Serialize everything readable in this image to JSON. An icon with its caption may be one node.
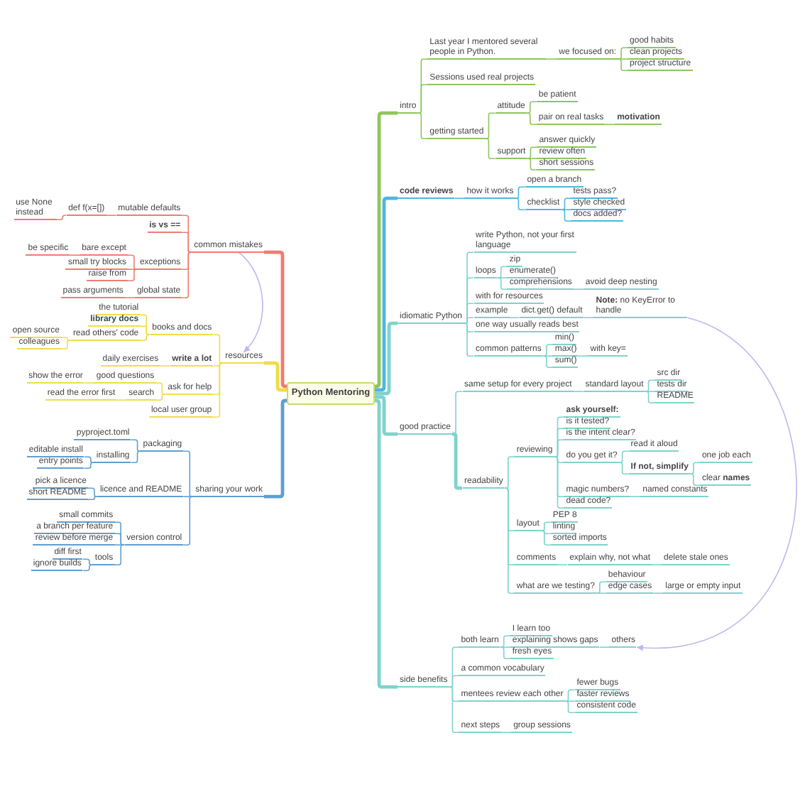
{
  "diagram": {
    "nodes": [
      {
        "text": [
          "Python Mentoring"
        ]
      },
      {
        "text": [
          "intro"
        ]
      },
      {
        "text": [
          "Last year I mentored several people in Python."
        ]
      },
      {
        "text": [
          "we focused on:"
        ]
      },
      {
        "text": [
          "good habits"
        ]
      },
      {
        "text": [
          "clean projects"
        ]
      },
      {
        "text": [
          "project structure"
        ]
      },
      {
        "text": [
          "Sessions used real projects"
        ]
      },
      {
        "text": [
          "getting started"
        ]
      },
      {
        "text": [
          "attitude"
        ]
      },
      {
        "text": [
          "be patient"
        ]
      },
      {
        "text": [
          "pair on real tasks"
        ]
      },
      {
        "text": [
          "motivation"
        ]
      },
      {
        "text": [
          "support"
        ]
      },
      {
        "text": [
          "answer quickly"
        ]
      },
      {
        "text": [
          "review often"
        ]
      },
      {
        "text": [
          "short sessions"
        ]
      },
      {
        "text": [
          "code reviews"
        ]
      },
      {
        "text": [
          "how it works"
        ]
      },
      {
        "text": [
          "open a branch"
        ]
      },
      {
        "text": [
          "checklist"
        ]
      },
      {
        "text": [
          "tests pass?"
        ]
      },
      {
        "text": [
          "style checked"
        ]
      },
      {
        "text": [
          "docs added?"
        ]
      },
      {
        "text": [
          "idiomatic Python"
        ]
      },
      {
        "text": [
          "write Python, not your first language"
        ]
      },
      {
        "text": [
          "loops"
        ]
      },
      {
        "text": [
          "zip"
        ]
      },
      {
        "text": [
          "enumerate()"
        ]
      },
      {
        "text": [
          "comprehensions"
        ]
      },
      {
        "text": [
          "avoid deep nesting"
        ]
      },
      {
        "text": [
          "with for resources"
        ]
      },
      {
        "text": [
          "example"
        ]
      },
      {
        "text": [
          "dict.get() default"
        ]
      },
      {
        "text": [
          "**Note:** no KeyError to handle"
        ]
      },
      {
        "text": [
          "one way usually reads best"
        ]
      },
      {
        "text": [
          "common patterns"
        ]
      },
      {
        "text": [
          "min()"
        ]
      },
      {
        "text": [
          "max()"
        ]
      },
      {
        "text": [
          "sum()"
        ]
      },
      {
        "text": [
          "with key="
        ]
      },
      {
        "text": [
          "good practice"
        ]
      },
      {
        "text": [
          "same setup for every project"
        ]
      },
      {
        "text": [
          "standard layout"
        ]
      },
      {
        "text": [
          "src dir"
        ]
      },
      {
        "text": [
          "tests dir"
        ]
      },
      {
        "text": [
          "README"
        ]
      },
      {
        "text": [
          "readability"
        ]
      },
      {
        "text": [
          "reviewing"
        ]
      },
      {
        "text": [
          "ask yourself:"
        ]
      },
      {
        "text": [
          "is it tested?"
        ]
      },
      {
        "text": [
          "is the intent clear?"
        ]
      },
      {
        "text": [
          "do you get it?"
        ]
      },
      {
        "text": [
          "read it aloud"
        ]
      },
      {
        "text": [
          "If not, simplify"
        ]
      },
      {
        "text": [
          "one job each"
        ]
      },
      {
        "text": [
          "clear **names**"
        ]
      },
      {
        "text": [
          "magic numbers?"
        ]
      },
      {
        "text": [
          "named constants"
        ]
      },
      {
        "text": [
          "dead code?"
        ]
      },
      {
        "text": [
          "layout"
        ]
      },
      {
        "text": [
          "PEP 8"
        ]
      },
      {
        "text": [
          "linting"
        ]
      },
      {
        "text": [
          "sorted imports"
        ]
      },
      {
        "text": [
          "comments"
        ]
      },
      {
        "text": [
          "explain why, not what"
        ]
      },
      {
        "text": [
          "delete stale ones"
        ]
      },
      {
        "text": [
          "what are we testing?"
        ]
      },
      {
        "text": [
          "behaviour"
        ]
      },
      {
        "text": [
          "edge cases"
        ]
      },
      {
        "text": [
          "large or empty input"
        ]
      },
      {
        "text": [
          "side benefits"
        ]
      },
      {
        "text": [
          "both learn"
        ]
      },
      {
        "text": [
          "I learn too"
        ]
      },
      {
        "text": [
          "explaining shows gaps"
        ]
      },
      {
        "text": [
          "others"
        ]
      },
      {
        "text": [
          "fresh eyes"
        ]
      },
      {
        "text": [
          "a common vocabulary"
        ]
      },
      {
        "text": [
          "mentees review each other"
        ]
      },
      {
        "text": [
          "fewer bugs"
        ]
      },
      {
        "text": [
          "faster reviews"
        ]
      },
      {
        "text": [
          "consistent code"
        ]
      },
      {
        "text": [
          "next steps"
        ]
      },
      {
        "text": [
          "group sessions"
        ]
      },
      {
        "text": [
          "common mistakes"
        ]
      },
      {
        "text": [
          "mutable defaults"
        ]
      },
      {
        "text": [
          "def f(x=[])"
        ]
      },
      {
        "text": [
          "use None instead"
        ]
      },
      {
        "text": [
          "is vs =="
        ]
      },
      {
        "text": [
          "exceptions"
        ]
      },
      {
        "text": [
          "bare except"
        ]
      },
      {
        "text": [
          "be specific"
        ]
      },
      {
        "text": [
          "small try blocks"
        ]
      },
      {
        "text": [
          "raise from"
        ]
      },
      {
        "text": [
          "global state"
        ]
      },
      {
        "text": [
          "pass arguments"
        ]
      },
      {
        "text": [
          "resources"
        ]
      },
      {
        "text": [
          "books and docs"
        ]
      },
      {
        "text": [
          "the tutorial"
        ]
      },
      {
        "text": [
          "library docs"
        ]
      },
      {
        "text": [
          "read others' code"
        ]
      },
      {
        "text": [
          "open source"
        ]
      },
      {
        "text": [
          "colleagues"
        ]
      },
      {
        "text": [
          "write a lot"
        ]
      },
      {
        "text": [
          "daily exercises"
        ]
      },
      {
        "text": [
          "ask for help"
        ]
      },
      {
        "text": [
          "good questions"
        ]
      },
      {
        "text": [
          "show the error"
        ]
      },
      {
        "text": [
          "search"
        ]
      },
      {
        "text": [
          "read the error first"
        ]
      },
      {
        "text": [
          "local user group"
        ]
      },
      {
        "text": [
          "sharing your work"
        ]
      },
      {
        "text": [
          "packaging"
        ]
      },
      {
        "text": [
          "pyproject.toml"
        ]
      },
      {
        "text": [
          "installing"
        ]
      },
      {
        "text": [
          "editable install"
        ]
      },
      {
        "text": [
          "entry points"
        ]
      },
      {
        "text": [
          "licence and README"
        ]
      },
      {
        "text": [
          "pick a licence"
        ]
      },
      {
        "text": [
          "short README"
        ]
      },
      {
        "text": [
          "version control"
        ]
      },
      {
        "text": [
          "small commits"
        ]
      },
      {
        "text": [
          "a branch per feature"
        ]
      },
      {
        "text": [
          "review before merge"
        ]
      },
      {
        "text": [
          "tools"
        ]
      },
      {
        "text": [
          "diff first"
        ]
      },
      {
        "text": [
          "ignore builds"
        ]
      }
    ],
    "edges": [
      {
        "from": 0,
        "to": 1,
        "arrow": "none",
        "style": "thick",
        "color": "#8dc65b"
      },
      {
        "from": 1,
        "to": 2,
        "arrow": "none",
        "color": "#8dc65b"
      },
      {
        "from": 2,
        "to": 3,
        "arrow": "none",
        "color": "#8dc65b"
      },
      {
        "from": 3,
        "to": 4,
        "arrow": "none",
        "color": "#8dc65b"
      },
      {
        "from": 3,
        "to": 5,
        "arrow": "none",
        "color": "#8dc65b"
      },
      {
        "from": 3,
        "to": 6,
        "arrow": "none",
        "color": "#8dc65b"
      },
      {
        "from": 1,
        "to": 7,
        "arrow": "none",
        "color": "#8dc65b"
      },
      {
        "from": 1,
        "to": 8,
        "arrow": "none",
        "color": "#8dc65b"
      },
      {
        "from": 8,
        "to": 9,
        "arrow": "none",
        "color": "#8dc65b"
      },
      {
        "from": 9,
        "to": 10,
        "arrow": "none",
        "color": "#8dc65b"
      },
      {
        "from": 9,
        "to": 11,
        "arrow": "none",
        "color": "#8dc65b"
      },
      {
        "from": 11,
        "to": 12,
        "arrow": "none",
        "color": "#8dc65b"
      },
      {
        "from": 8,
        "to": 13,
        "arrow": "none",
        "color": "#8dc65b"
      },
      {
        "from": 13,
        "to": 14,
        "arrow": "none",
        "color": "#8dc65b"
      },
      {
        "from": 13,
        "to": 15,
        "arrow": "none",
        "color": "#8dc65b"
      },
      {
        "from": 13,
        "to": 16,
        "arrow": "none",
        "color": "#8dc65b"
      },
      {
        "from": 0,
        "to": 17,
        "arrow": "none",
        "style": "thick",
        "color": "#4fb5e3"
      },
      {
        "from": 17,
        "to": 18,
        "arrow": "none",
        "color": "#4fb5e3"
      },
      {
        "from": 18,
        "to": 19,
        "arrow": "none",
        "color": "#4fb5e3"
      },
      {
        "from": 18,
        "to": 20,
        "arrow": "none",
        "color": "#4fb5e3"
      },
      {
        "from": 20,
        "to": 21,
        "arrow": "none",
        "color": "#4fb5e3"
      },
      {
        "from": 20,
        "to": 22,
        "arrow": "none",
        "color": "#4fb5e3"
      },
      {
        "from": 20,
        "to": 23,
        "arrow": "none",
        "color": "#4fb5e3"
      },
      {
        "from": 0,
        "to": 24,
        "arrow": "none",
        "style": "thick"
      },
      {
        "from": 24,
        "to": 25,
        "arrow": "none"
      },
      {
        "from": 24,
        "to": 26,
        "arrow": "none"
      },
      {
        "from": 26,
        "to": 27,
        "arrow": "none"
      },
      {
        "from": 26,
        "to": 28,
        "arrow": "none"
      },
      {
        "from": 26,
        "to": 29,
        "arrow": "none"
      },
      {
        "from": 29,
        "to": 30,
        "arrow": "none"
      },
      {
        "from": 24,
        "to": 31,
        "arrow": "none"
      },
      {
        "from": 24,
        "to": 32,
        "arrow": "none"
      },
      {
        "from": 32,
        "to": 33,
        "arrow": "none"
      },
      {
        "from": 33,
        "to": 34,
        "arrow": "none"
      },
      {
        "from": 24,
        "to": 35,
        "arrow": "none"
      },
      {
        "from": 24,
        "to": 36,
        "arrow": "none"
      },
      {
        "from": 36,
        "to": 37,
        "arrow": "none"
      },
      {
        "from": 36,
        "to": 38,
        "arrow": "none"
      },
      {
        "from": 36,
        "to": 39,
        "arrow": "none"
      },
      {
        "from": 38,
        "to": 40,
        "arrow": "none"
      },
      {
        "from": 0,
        "to": 41,
        "arrow": "none",
        "style": "thick"
      },
      {
        "from": 41,
        "to": 42,
        "arrow": "none"
      },
      {
        "from": 42,
        "to": 43,
        "arrow": "none"
      },
      {
        "from": 43,
        "to": 44,
        "arrow": "none"
      },
      {
        "from": 43,
        "to": 45,
        "arrow": "none"
      },
      {
        "from": 43,
        "to": 46,
        "arrow": "none"
      },
      {
        "from": 41,
        "to": 47,
        "arrow": "none",
        "style": "thick"
      },
      {
        "from": 47,
        "to": 48,
        "arrow": "none"
      },
      {
        "from": 48,
        "to": 49,
        "arrow": "none"
      },
      {
        "from": 48,
        "to": 50,
        "arrow": "none"
      },
      {
        "from": 48,
        "to": 51,
        "arrow": "none"
      },
      {
        "from": 48,
        "to": 52,
        "arrow": "none"
      },
      {
        "from": 52,
        "to": 53,
        "arrow": "none"
      },
      {
        "from": 52,
        "to": 54,
        "arrow": "none"
      },
      {
        "from": 54,
        "to": 55,
        "arrow": "none"
      },
      {
        "from": 54,
        "to": 56,
        "arrow": "none"
      },
      {
        "from": 48,
        "to": 57,
        "arrow": "none"
      },
      {
        "from": 57,
        "to": 58,
        "arrow": "none"
      },
      {
        "from": 48,
        "to": 59,
        "arrow": "none"
      },
      {
        "from": 47,
        "to": 60,
        "arrow": "none"
      },
      {
        "from": 60,
        "to": 61,
        "arrow": "none"
      },
      {
        "from": 60,
        "to": 62,
        "arrow": "none"
      },
      {
        "from": 60,
        "to": 63,
        "arrow": "none"
      },
      {
        "from": 47,
        "to": 64,
        "arrow": "none"
      },
      {
        "from": 64,
        "to": 65,
        "arrow": "none"
      },
      {
        "from": 65,
        "to": 66,
        "arrow": "none"
      },
      {
        "from": 47,
        "to": 67,
        "arrow": "none"
      },
      {
        "from": 67,
        "to": 68,
        "arrow": "none"
      },
      {
        "from": 67,
        "to": 69,
        "arrow": "none"
      },
      {
        "from": 69,
        "to": 70,
        "arrow": "none"
      },
      {
        "from": 0,
        "to": 71,
        "arrow": "none",
        "style": "thick"
      },
      {
        "from": 71,
        "to": 72,
        "arrow": "none"
      },
      {
        "from": 72,
        "to": 73,
        "arrow": "none"
      },
      {
        "from": 72,
        "to": 74,
        "arrow": "none"
      },
      {
        "from": 74,
        "to": 75,
        "arrow": "none"
      },
      {
        "from": 72,
        "to": 76,
        "arrow": "none"
      },
      {
        "from": 71,
        "to": 77,
        "arrow": "none"
      },
      {
        "from": 71,
        "to": 78,
        "arrow": "none"
      },
      {
        "from": 78,
        "to": 79,
        "arrow": "none"
      },
      {
        "from": 78,
        "to": 80,
        "arrow": "none"
      },
      {
        "from": 78,
        "to": 81,
        "arrow": "none"
      },
      {
        "from": 71,
        "to": 82,
        "arrow": "none"
      },
      {
        "from": 82,
        "to": 83,
        "arrow": "none"
      },
      {
        "from": 0,
        "to": 84,
        "arrow": "none",
        "style": "thick",
        "color": "#f07b72"
      },
      {
        "from": 84,
        "to": 85,
        "arrow": "none",
        "color": "#f07b72"
      },
      {
        "from": 85,
        "to": 86,
        "arrow": "none",
        "color": "#f07b72"
      },
      {
        "from": 86,
        "to": 87,
        "arrow": "none",
        "color": "#f07b72"
      },
      {
        "from": 84,
        "to": 88,
        "arrow": "none",
        "color": "#f07b72"
      },
      {
        "from": 84,
        "to": 89,
        "arrow": "none",
        "color": "#f07b72"
      },
      {
        "from": 89,
        "to": 90,
        "arrow": "none",
        "color": "#f07b72"
      },
      {
        "from": 90,
        "to": 91,
        "arrow": "none",
        "color": "#f07b72"
      },
      {
        "from": 89,
        "to": 92,
        "arrow": "none",
        "color": "#f07b72"
      },
      {
        "from": 89,
        "to": 93,
        "arrow": "none",
        "color": "#f07b72"
      },
      {
        "from": 84,
        "to": 94,
        "arrow": "none",
        "color": "#f07b72"
      },
      {
        "from": 94,
        "to": 95,
        "arrow": "none",
        "color": "#f07b72"
      },
      {
        "from": 0,
        "to": 96,
        "arrow": "none",
        "style": "thick",
        "color": "#f1dc47"
      },
      {
        "from": 96,
        "to": 97,
        "arrow": "none",
        "color": "#f1dc47"
      },
      {
        "from": 97,
        "to": 98,
        "arrow": "none",
        "color": "#f1dc47"
      },
      {
        "from": 97,
        "to": 99,
        "arrow": "none",
        "color": "#f1dc47"
      },
      {
        "from": 97,
        "to": 100,
        "arrow": "none",
        "color": "#f1dc47"
      },
      {
        "from": 100,
        "to": 101,
        "arrow": "none",
        "color": "#f1dc47"
      },
      {
        "from": 100,
        "to": 102,
        "arrow": "none",
        "color": "#f1dc47"
      },
      {
        "from": 96,
        "to": 103,
        "arrow": "none",
        "color": "#f1dc47"
      },
      {
        "from": 103,
        "to": 104,
        "arrow": "none",
        "color": "#f1dc47"
      },
      {
        "from": 96,
        "to": 105,
        "arrow": "none",
        "color": "#f1dc47"
      },
      {
        "from": 105,
        "to": 106,
        "arrow": "none",
        "color": "#f1dc47"
      },
      {
        "from": 106,
        "to": 107,
        "arrow": "none",
        "color": "#f1dc47"
      },
      {
        "from": 105,
        "to": 108,
        "arrow": "none",
        "color": "#f1dc47"
      },
      {
        "from": 108,
        "to": 109,
        "arrow": "none",
        "color": "#f1dc47"
      },
      {
        "from": 96,
        "to": 110,
        "arrow": "none",
        "color": "#f1dc47"
      },
      {
        "from": 0,
        "to": 111,
        "arrow": "none",
        "style": "thick",
        "color": "#5f9fd0"
      },
      {
        "from": 111,
        "to": 112,
        "arrow": "none",
        "color": "#5f9fd0"
      },
      {
        "from": 112,
        "to": 113,
        "arrow": "none",
        "color": "#5f9fd0"
      },
      {
        "from": 112,
        "to": 114,
        "arrow": "none",
        "color": "#5f9fd0"
      },
      {
        "from": 114,
        "to": 115,
        "arrow": "none",
        "color": "#5f9fd0"
      },
      {
        "from": 114,
        "to": 116,
        "arrow": "none",
        "color": "#5f9fd0"
      },
      {
        "from": 111,
        "to": 117,
        "arrow": "none",
        "color": "#5f9fd0"
      },
      {
        "from": 117,
        "to": 118,
        "arrow": "none",
        "color": "#5f9fd0"
      },
      {
        "from": 117,
        "to": 119,
        "arrow": "none",
        "color": "#5f9fd0"
      },
      {
        "from": 111,
        "to": 120,
        "arrow": "none",
        "color": "#5f9fd0"
      },
      {
        "from": 120,
        "to": 121,
        "arrow": "none",
        "color": "#5f9fd0"
      },
      {
        "from": 120,
        "to": 122,
        "arrow": "none",
        "color": "#5f9fd0"
      },
      {
        "from": 120,
        "to": 123,
        "arrow": "none",
        "color": "#5f9fd0"
      },
      {
        "from": 120,
        "to": 124,
        "arrow": "none",
        "color": "#5f9fd0"
      },
      {
        "from": 124,
        "to": 125,
        "arrow": "none",
        "color": "#5f9fd0"
      },
      {
        "from": 124,
        "to": 126,
        "arrow": "none",
        "color": "#5f9fd0"
      },
      {
        "from": 34,
        "to": 75,
        "arrow": "to",
        "color": "#bdb8ee"
      },
      {
        "from": 84,
        "to": 96,
        "arrow": "to",
        "color": "#bdb8ee"
      }
    ]
  }
}
